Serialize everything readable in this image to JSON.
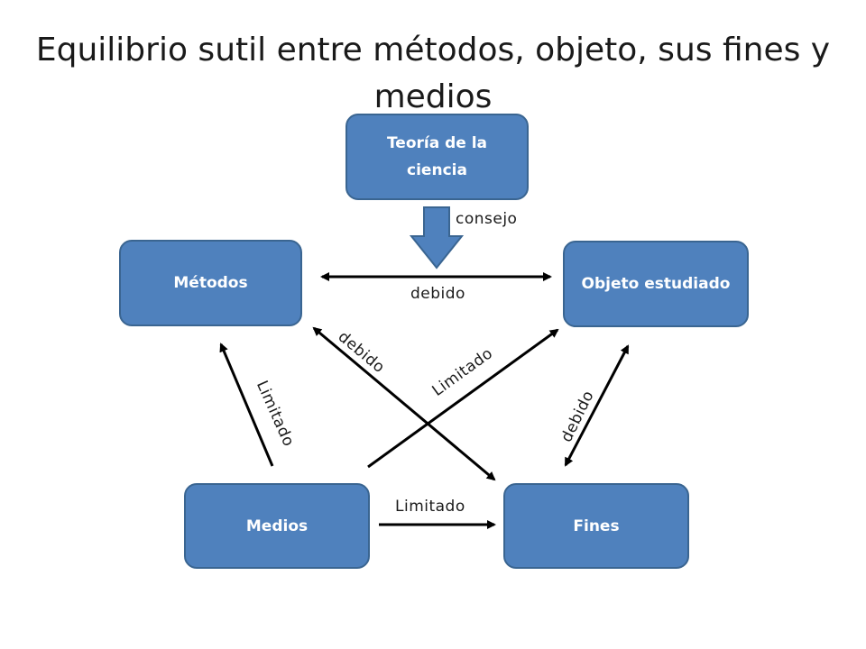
{
  "title": "Equilibrio sutil entre métodos, objeto, sus fines y medios",
  "nodes": {
    "teoria": "Teoría de la ciencia",
    "metodos": "Métodos",
    "objeto": "Objeto estudiado",
    "medios": "Medios",
    "fines": "Fines"
  },
  "edges": {
    "consejo": "consejo",
    "metodos_objeto": "debido",
    "metodos_fines": "debido",
    "medios_objeto": "Limitado",
    "medios_metodos": "Limitado",
    "fines_objeto": "debido",
    "medios_fines": "Limitado"
  },
  "colors": {
    "node_fill": "#4f81bd",
    "node_border": "#3a6591",
    "node_text": "#ffffff",
    "arrow": "#000000"
  }
}
